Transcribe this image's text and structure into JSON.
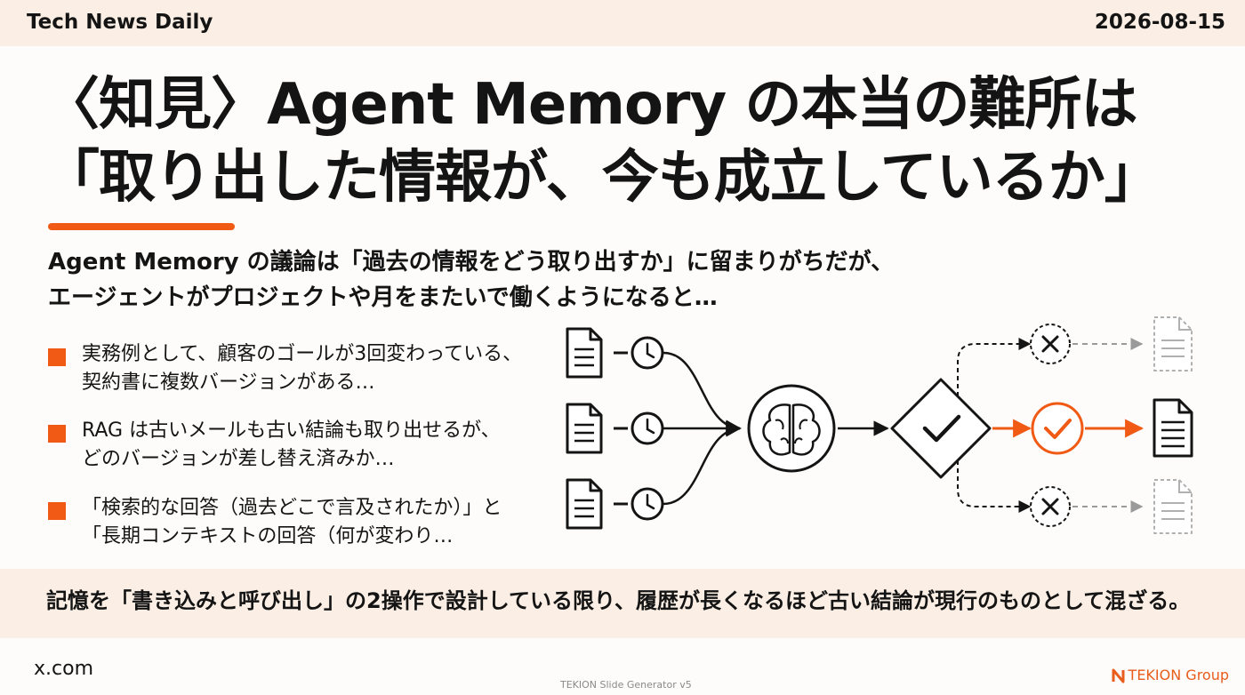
{
  "header": {
    "brand": "Tech News Daily",
    "date": "2026-08-15"
  },
  "title": {
    "line1": "〈知見〉Agent Memory の本当の難所は",
    "line2": "「取り出した情報が、今も成立しているか」"
  },
  "intro": {
    "line1": "Agent Memory の議論は「過去の情報をどう取り出すか」に留まりがちだが、",
    "line2": "エージェントがプロジェクトや月をまたいで働くようになると…"
  },
  "bullets": [
    {
      "line1": "実務例として、顧客のゴールが3回変わっている、",
      "line2": "契約書に複数バージョンがある…"
    },
    {
      "line1": "RAG は古いメールも古い結論も取り出せるが、",
      "line2": "どのバージョンが差し替え済みか…"
    },
    {
      "line1": "「検索的な回答（過去どこで言及されたか）」と",
      "line2": "「長期コンテキストの回答（何が変わり…"
    }
  ],
  "diagram": {
    "inputs": [
      "document-icon",
      "clock-icon"
    ],
    "processor": "brain-icon",
    "validator": "checkmark-diamond-icon",
    "outcomes": [
      "rejected-x-icon",
      "accepted-check-icon",
      "rejected-x-icon"
    ],
    "colors": {
      "accent": "#f05a14",
      "line": "#141414",
      "muted": "#9a9a9a"
    }
  },
  "conclusion": "記憶を「書き込みと呼び出し」の2操作で設計している限り、履歴が長くなるほど古い結論が現行のものとして混ざる。",
  "footer": {
    "source": "x.com",
    "generator": "TEKION Slide Generator v5",
    "logo": "TEKION Group"
  },
  "colors": {
    "accent": "#f05a14",
    "band": "#fbefe5",
    "text": "#141414"
  }
}
